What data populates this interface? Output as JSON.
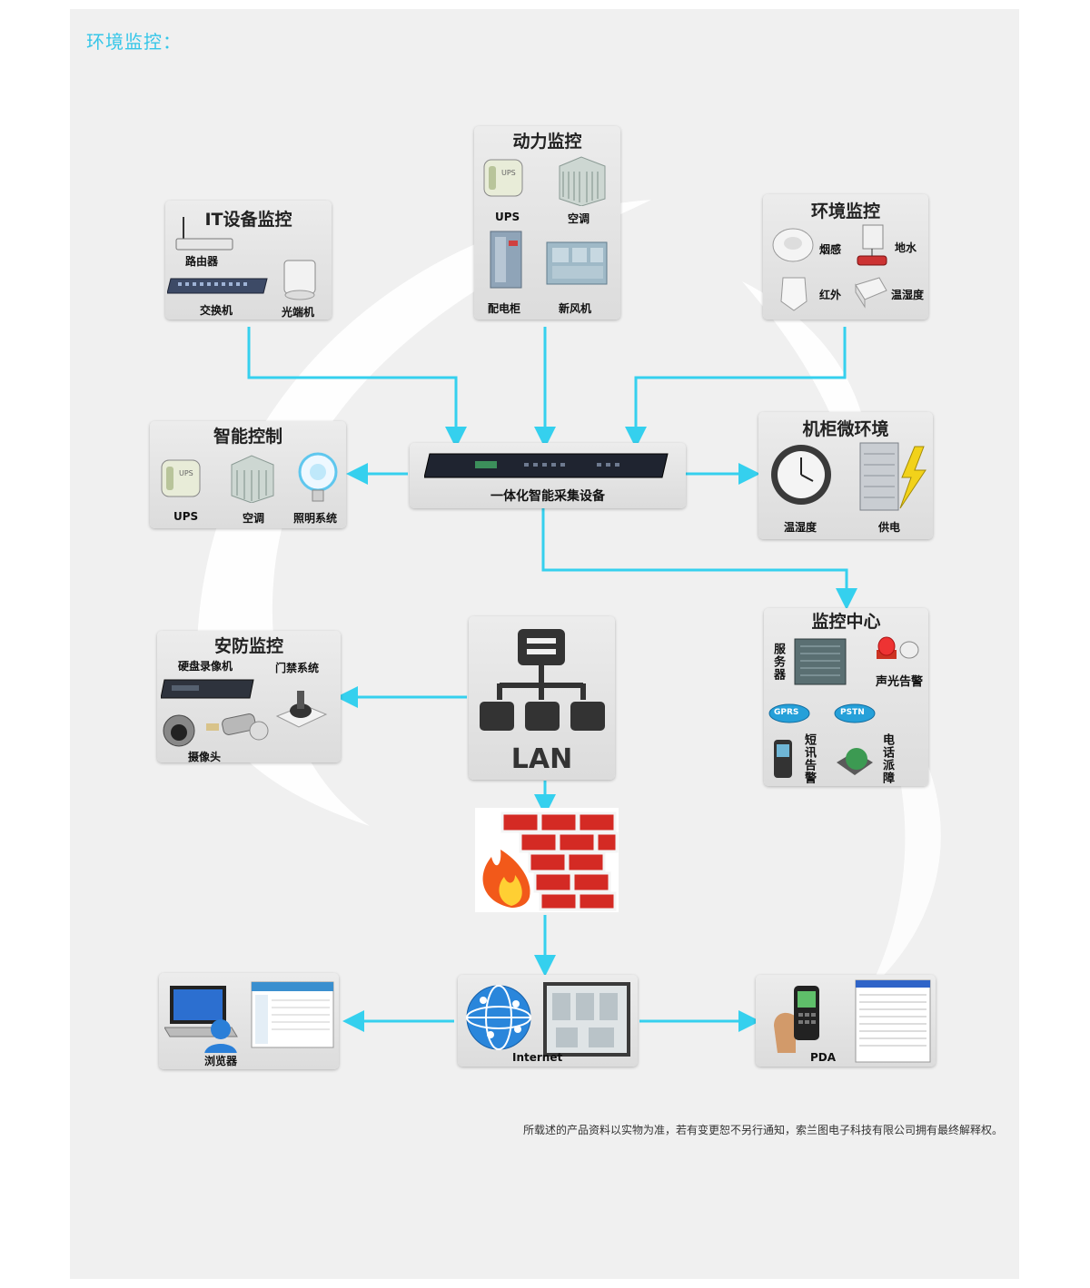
{
  "page_title": "环境监控：",
  "footer": "所载述的产品资料以实物为准，若有变更恕不另行通知，索兰图电子科技有限公司拥有最终解释权。",
  "colors": {
    "accent": "#35c6e8",
    "arrow": "#35d0ee"
  },
  "power_monitor": {
    "title": "动力监控",
    "items": [
      "UPS",
      "空调",
      "配电柜",
      "新风机"
    ]
  },
  "it_monitor": {
    "title": "IT设备监控",
    "items": [
      "路由器",
      "交换机",
      "光端机"
    ]
  },
  "env_monitor": {
    "title": "环境监控",
    "items": [
      "烟感",
      "地水",
      "红外",
      "温湿度"
    ]
  },
  "smart_control": {
    "title": "智能控制",
    "items": [
      "UPS",
      "空调",
      "照明系统"
    ]
  },
  "device": {
    "label": "一体化智能采集设备"
  },
  "cabinet_env": {
    "title": "机柜微环境",
    "items": [
      "温湿度",
      "供电"
    ]
  },
  "monitor_center": {
    "title": "监控中心",
    "server": "服务器",
    "alarm": "声光告警",
    "gprs": "GPRS",
    "pstn": "PSTN",
    "sms": "短讯告警",
    "phone": "电话派障"
  },
  "security": {
    "title": "安防监控",
    "items": [
      "硬盘录像机",
      "门禁系统",
      "摄像头"
    ]
  },
  "lan": {
    "label": "LAN"
  },
  "browser": {
    "label": "浏览器"
  },
  "internet": {
    "label": "Internet"
  },
  "pda": {
    "label": "PDA"
  }
}
